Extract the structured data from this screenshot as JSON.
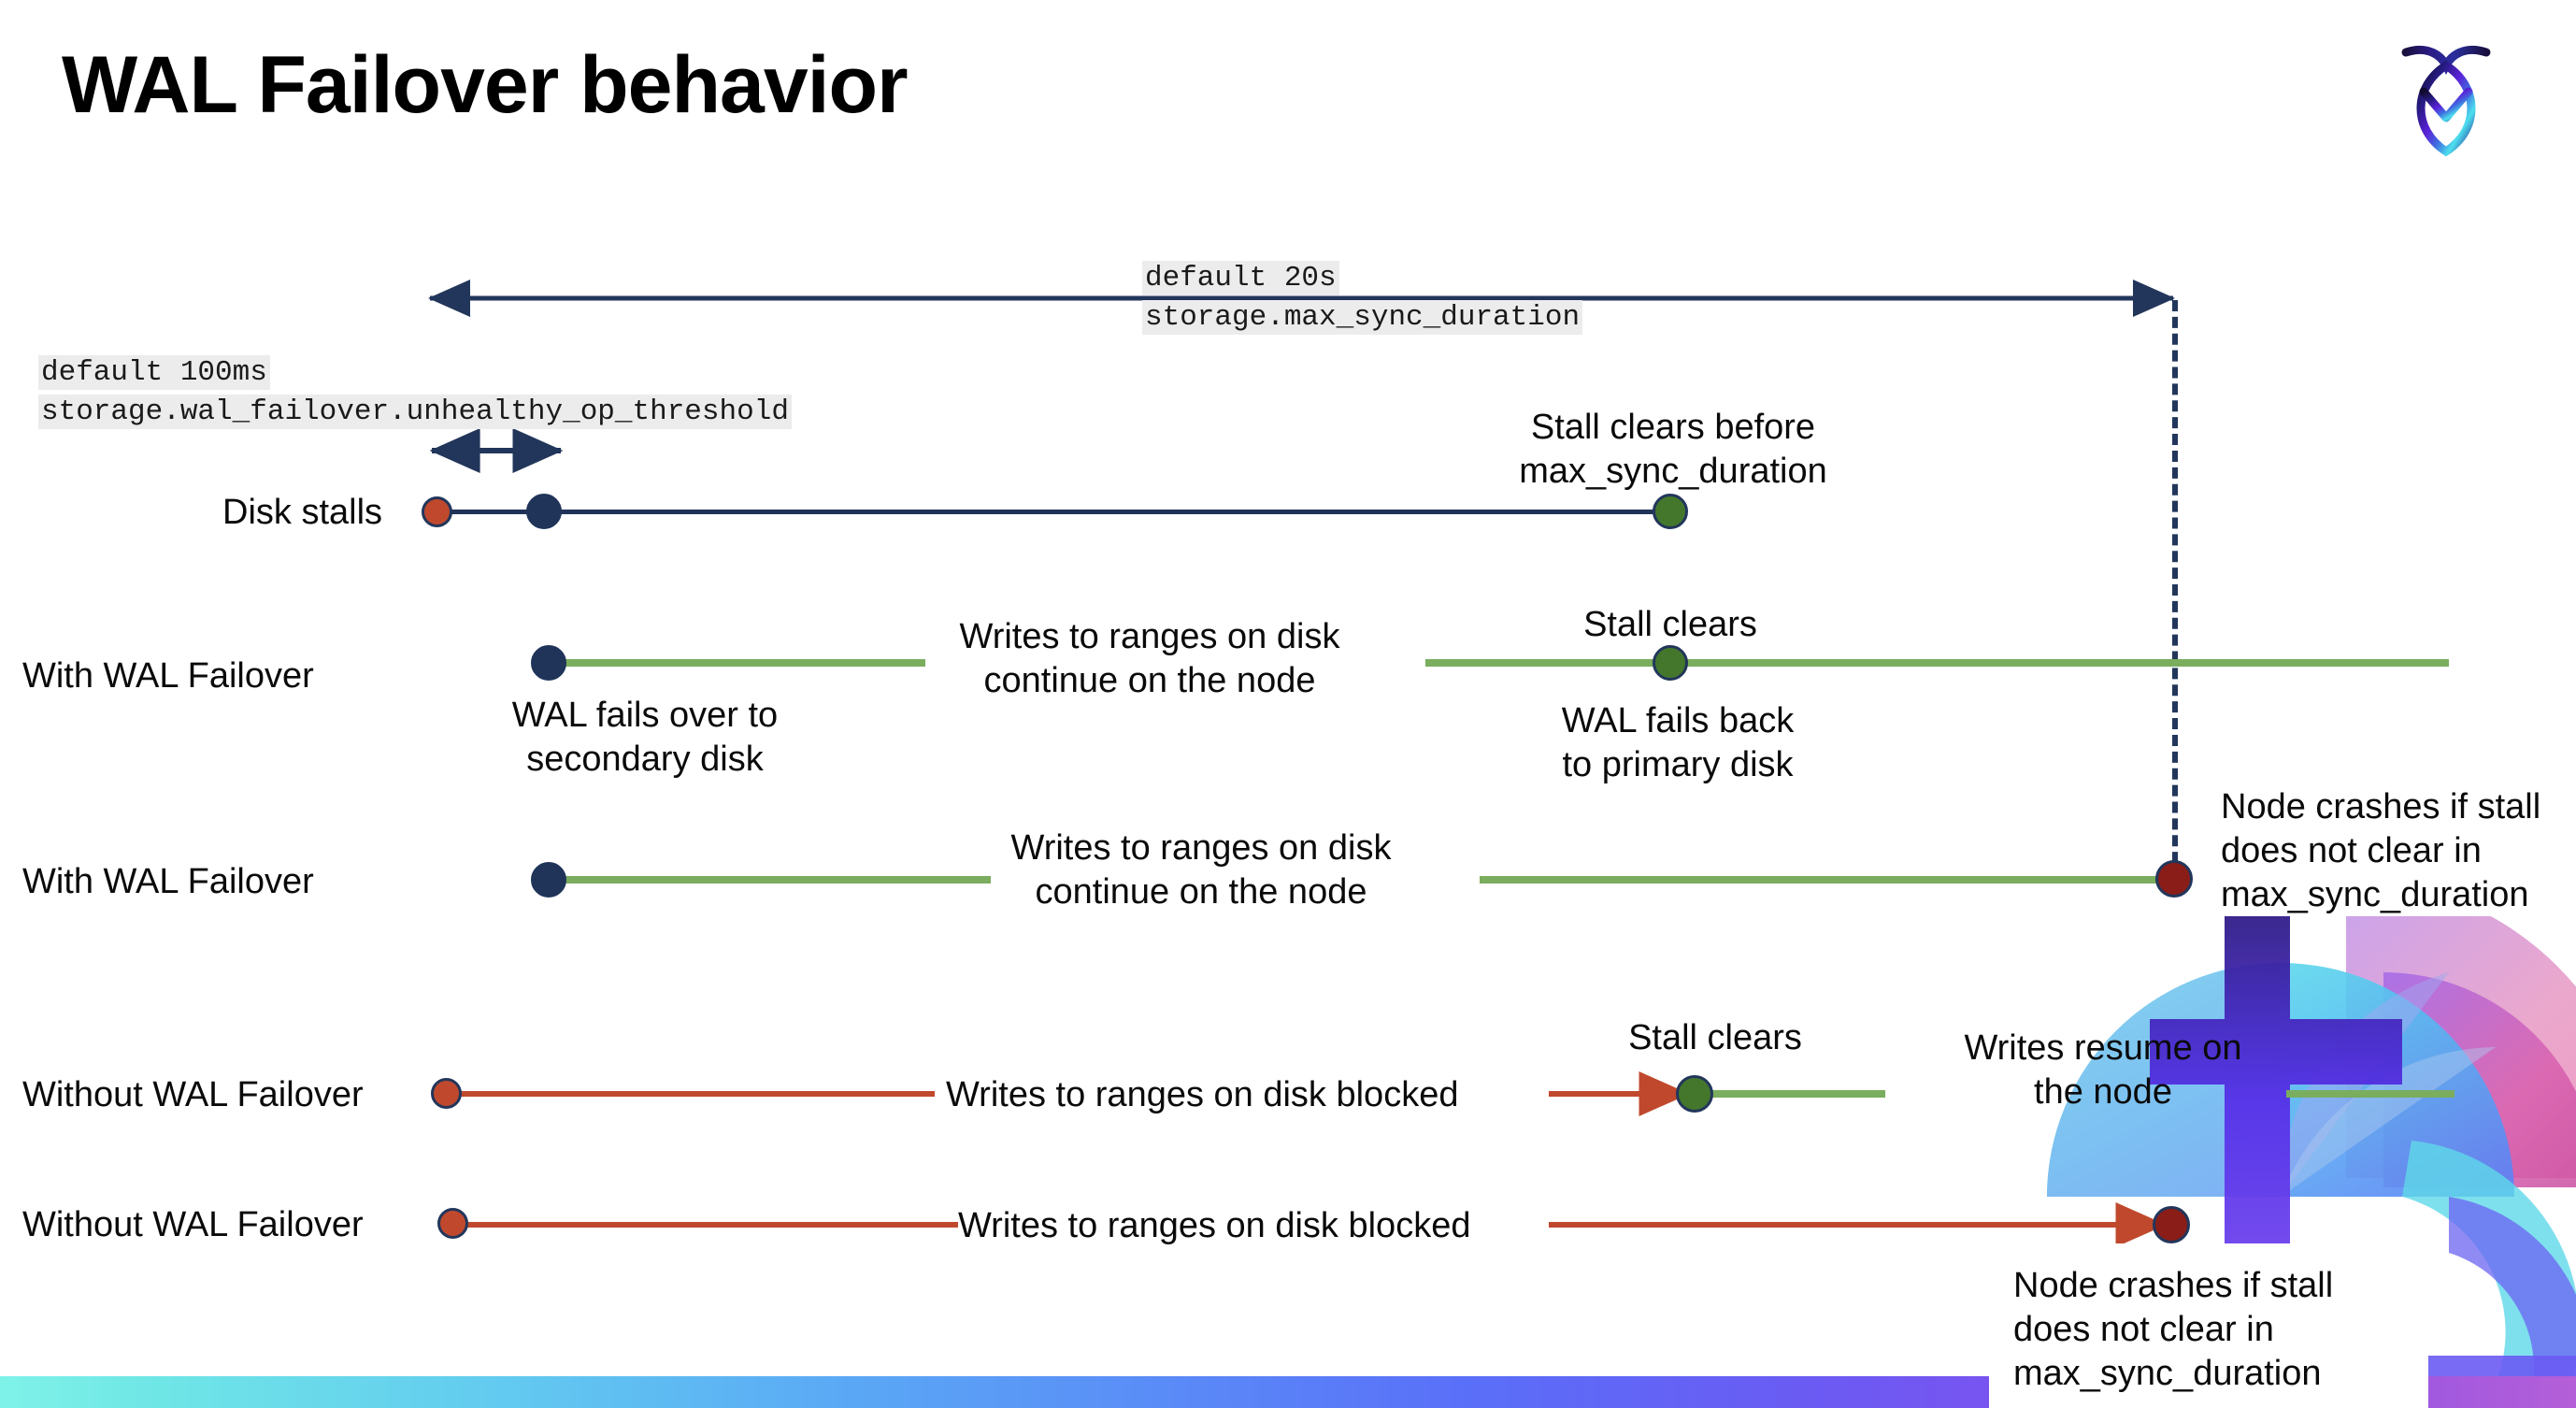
{
  "slide": {
    "title": "WAL Failover behavior",
    "logo_name": "cockroachdb-logo"
  },
  "annotations": {
    "max_sync": {
      "line1": "default 20s",
      "line2": "storage.max_sync_duration"
    },
    "unhealthy_op": {
      "line1": "default 100ms",
      "line2": "storage.wal_failover.unhealthy_op_threshold"
    }
  },
  "rows": [
    {
      "id": "disk-stalls",
      "label": "Disk stalls",
      "notes": [
        "Stall clears before\nmax_sync_duration"
      ]
    },
    {
      "id": "with-wal-failover-1",
      "label": "With WAL Failover",
      "notes": [
        "WAL fails over to\nsecondary disk",
        "Writes to ranges on disk\ncontinue on the node",
        "Stall clears",
        "WAL fails  back\nto primary disk"
      ]
    },
    {
      "id": "with-wal-failover-2",
      "label": "With WAL Failover",
      "notes": [
        "Writes to ranges on disk\ncontinue on the node",
        "Node crashes if stall\ndoes not clear in\nmax_sync_duration"
      ]
    },
    {
      "id": "without-wal-failover-1",
      "label": "Without WAL Failover",
      "notes": [
        "Writes to ranges on disk  blocked",
        "Stall clears",
        "Writes resume on\nthe node"
      ]
    },
    {
      "id": "without-wal-failover-2",
      "label": "Without WAL Failover",
      "notes": [
        "Writes to ranges on disk  blocked",
        "Node crashes if stall\ndoes not clear in\nmax_sync_duration"
      ]
    }
  ],
  "colors": {
    "navy": "#1f3458",
    "orange": "#c0492d",
    "green_line": "#7aad5e",
    "green_dot": "#44772c",
    "dark_red": "#8a1d17",
    "code_bg": "#ececec"
  }
}
